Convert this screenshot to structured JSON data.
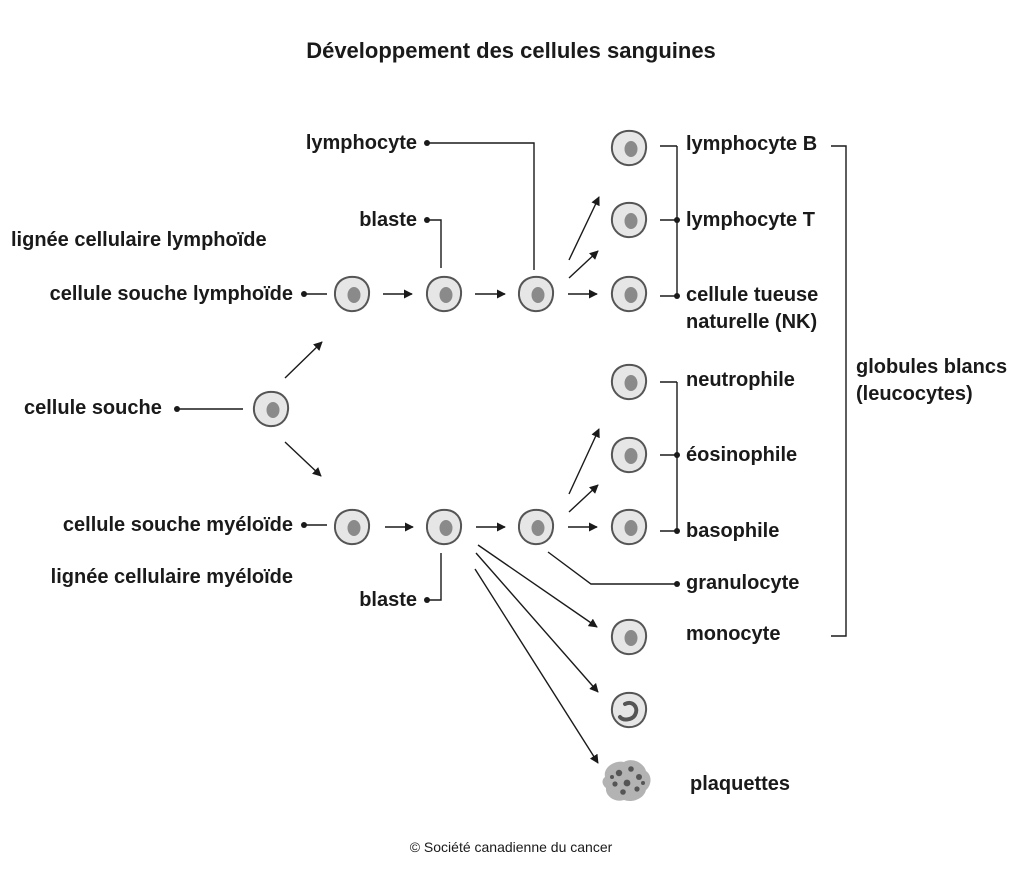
{
  "title": "Développement des cellules sanguines",
  "labels": {
    "lymphoid_lineage": "lignée cellulaire lymphoïde",
    "myeloid_lineage": "lignée cellulaire myéloïde",
    "stem_cell": "cellule souche",
    "lymphoid_stem_cell": "cellule souche lymphoïde",
    "myeloid_stem_cell": "cellule souche myéloïde",
    "lymphoid_blast": "blaste",
    "myeloid_blast": "blaste",
    "lymphocyte": "lymphocyte",
    "b_lymphocyte": "lymphocyte B",
    "t_lymphocyte": "lymphocyte T",
    "nk_cell_line1": "cellule tueuse",
    "nk_cell_line2": "naturelle (NK)",
    "neutrophil": "neutrophile",
    "eosinophil": "éosinophile",
    "basophil": "basophile",
    "granulocyte": "granulocyte",
    "monocyte": "monocyte",
    "platelets": "plaquettes",
    "white_cells_line1": "globules blancs",
    "white_cells_line2": "(leucocytes)"
  },
  "credit": "© Société canadienne du cancer",
  "colors": {
    "cell_fill": "#e6e6e6",
    "cell_outline": "#555555",
    "nucleus": "#8a8a8a",
    "lines": "#1a1a1a"
  }
}
